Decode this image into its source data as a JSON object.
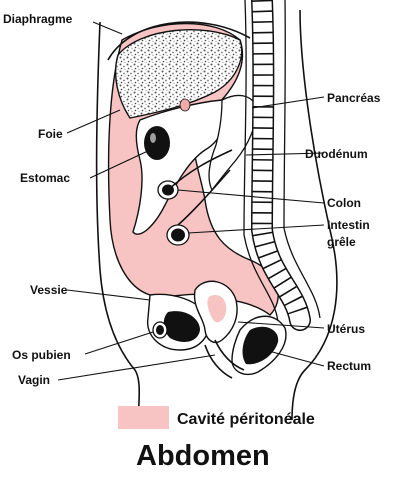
{
  "labels": {
    "diaphragme": "Diaphragme",
    "foie": "Foie",
    "estomac": "Estomac",
    "pancreas": "Pancréas",
    "duodenum": "Duodénum",
    "colon": "Colon",
    "intestin_1": "Intestin",
    "intestin_2": "grêle",
    "vessie": "Vessie",
    "os_pubien": "Os pubien",
    "uterus": "Utérus",
    "vagin": "Vagin",
    "rectum": "Rectum"
  },
  "legend": {
    "label": "Cavité péritonéale",
    "color": "#f7c3c3"
  },
  "title": "Abdomen",
  "colors": {
    "peritoneal": "#f7c3c3",
    "outline": "#111111",
    "liver_speckle": "#8a8a8a"
  }
}
